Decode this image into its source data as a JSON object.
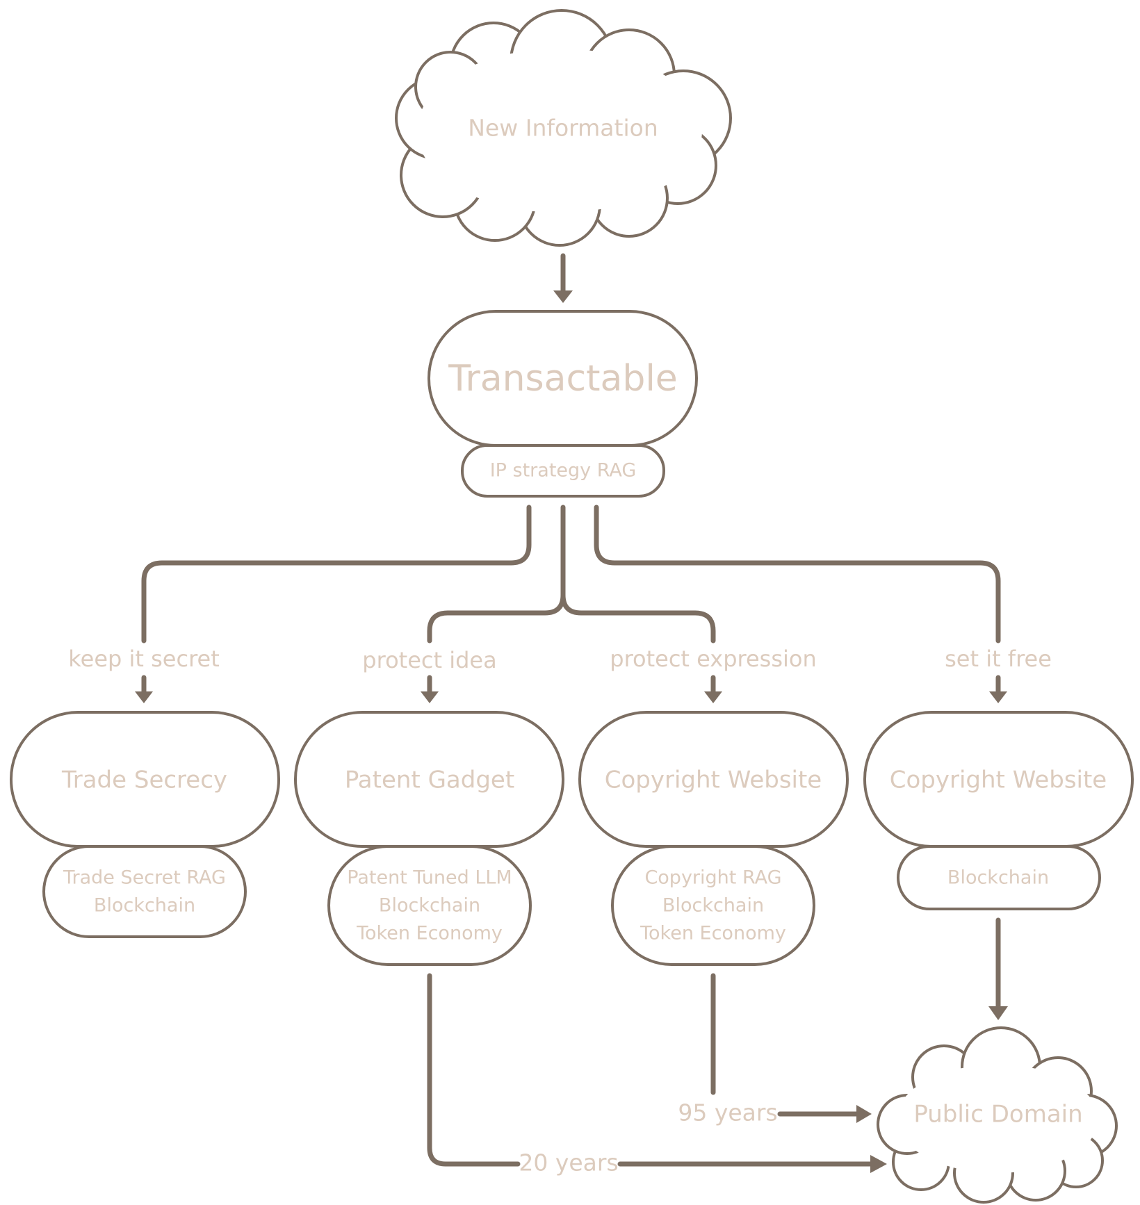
{
  "colors": {
    "stroke": "#7c6e62",
    "text": "#dccbbd",
    "background": "#ffffff"
  },
  "nodes": {
    "new_information": "New Information",
    "transactable": "Transactable",
    "ip_strategy": "IP strategy RAG",
    "trade_secrecy": {
      "title": "Trade Secrecy",
      "tech": [
        "Trade Secret RAG",
        "Blockchain"
      ]
    },
    "patent_gadget": {
      "title": "Patent Gadget",
      "tech": [
        "Patent Tuned LLM",
        "Blockchain",
        "Token Economy"
      ]
    },
    "copyright_website_protect": {
      "title": "Copyright Website",
      "tech": [
        "Copyright RAG",
        "Blockchain",
        "Token Economy"
      ]
    },
    "copyright_website_free": {
      "title": "Copyright Website",
      "tech": [
        "Blockchain"
      ]
    },
    "public_domain": "Public Domain"
  },
  "branches": {
    "keep_secret": "keep it secret",
    "protect_idea": "protect idea",
    "protect_expression": "protect expression",
    "set_free": "set it free"
  },
  "durations": {
    "patent": "20 years",
    "copyright": "95 years"
  }
}
